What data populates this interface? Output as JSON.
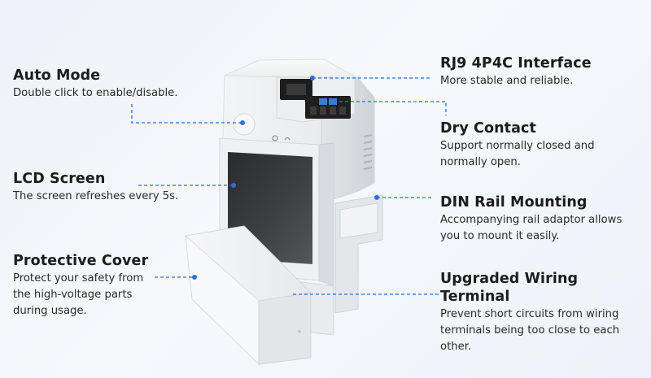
{
  "features": [
    {
      "id": "auto-mode",
      "title": "Auto Mode",
      "lines": [
        "Double click to enable/disable."
      ]
    },
    {
      "id": "lcd-screen",
      "title": "LCD Screen",
      "lines": [
        "The screen refreshes every 5s."
      ]
    },
    {
      "id": "protective-cover",
      "title": "Protective Cover",
      "lines": [
        "Protect your safety from",
        "the high-voltage parts",
        "during usage."
      ]
    },
    {
      "id": "rj9-interface",
      "title": "RJ9 4P4C Interface",
      "lines": [
        "More stable and reliable."
      ]
    },
    {
      "id": "dry-contact",
      "title": "Dry Contact",
      "lines": [
        "Support normally closed and",
        "normally open."
      ]
    },
    {
      "id": "din-rail",
      "title": "DIN Rail Mounting",
      "lines": [
        "Accompanying rail adaptor allows",
        "you to mount it easily."
      ]
    },
    {
      "id": "wiring-terminal",
      "title": "Upgraded Wiring Terminal",
      "lines": [
        "Prevent short circuits from wiring",
        "terminals being too close to each",
        "other."
      ]
    }
  ],
  "colors": {
    "callout_line": "#2f6fe0",
    "callout_dot": "#2f6fe0",
    "device_body": "#f4f5f6",
    "device_shadow": "#d9dcdf",
    "screen": "#3a3b3c"
  }
}
